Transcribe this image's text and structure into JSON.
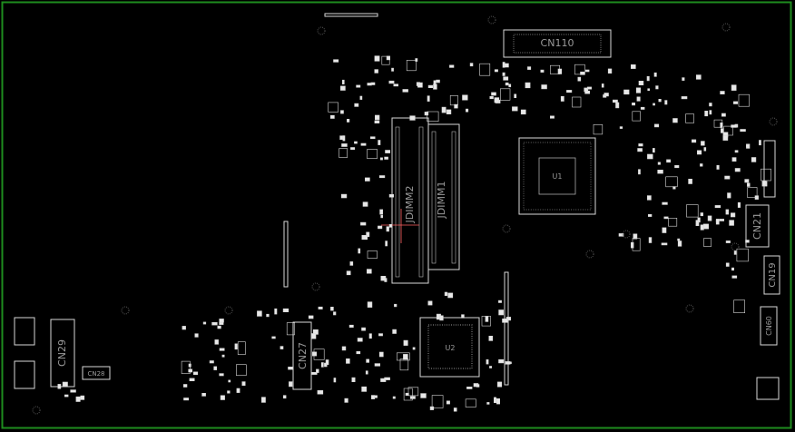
{
  "title": "",
  "colors": {
    "background": "#000000",
    "outline": "#1e8c1e",
    "silkscreen": "#d8d8d8",
    "pads": "#ffffff",
    "highlight": "#ff6060",
    "text": "#9a9a9a"
  },
  "components": {
    "cn110": "CN110",
    "jdimm2": "JDIMM2",
    "jdimm1": "JDIMM1",
    "cn21": "CN21",
    "cn19": "CN19",
    "cn60": "CN60",
    "cn29": "CN29",
    "cn28": "CN28",
    "cn27": "CN27",
    "cpu": "U1",
    "pch": "U2"
  }
}
